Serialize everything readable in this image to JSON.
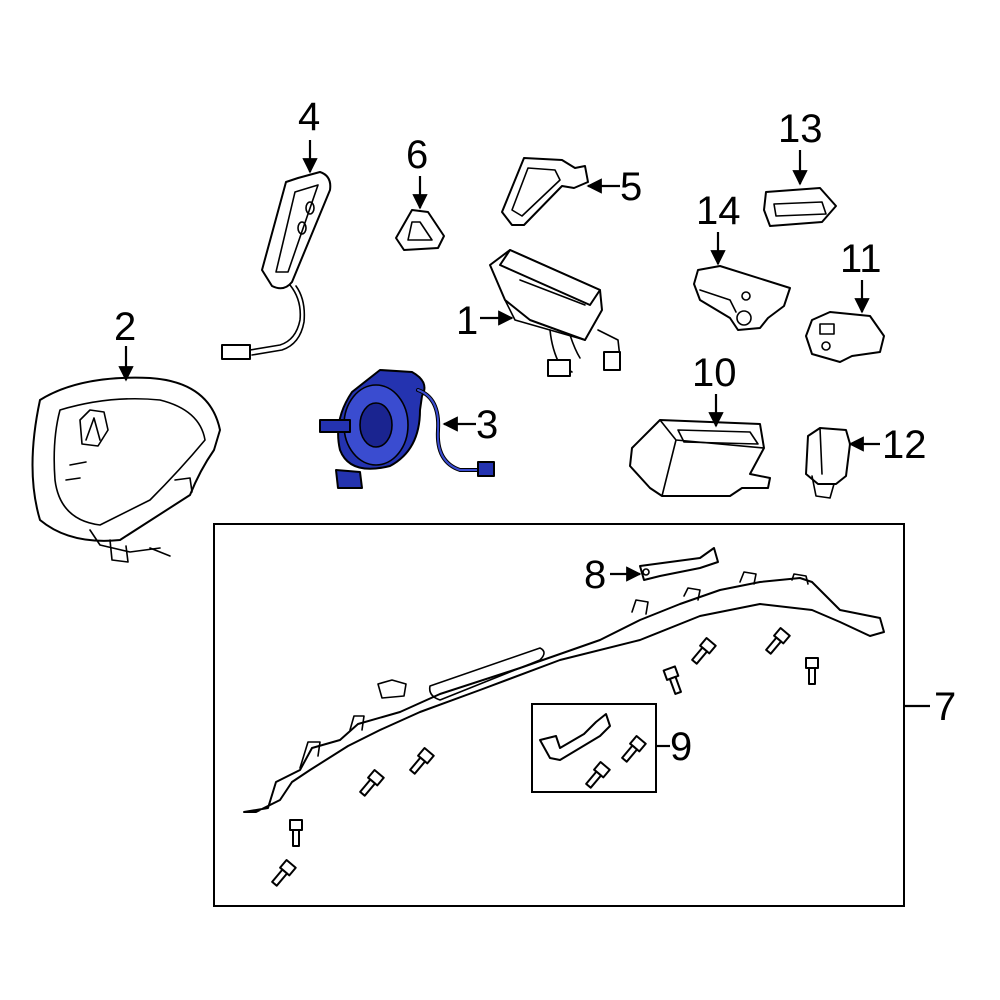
{
  "diagram": {
    "highlight_color": "#2433b0",
    "callouts": {
      "c1": "1",
      "c2": "2",
      "c3": "3",
      "c4": "4",
      "c5": "5",
      "c6": "6",
      "c7": "7",
      "c8": "8",
      "c9": "9",
      "c10": "10",
      "c11": "11",
      "c12": "12",
      "c13": "13",
      "c14": "14"
    },
    "highlighted_part": "3"
  }
}
